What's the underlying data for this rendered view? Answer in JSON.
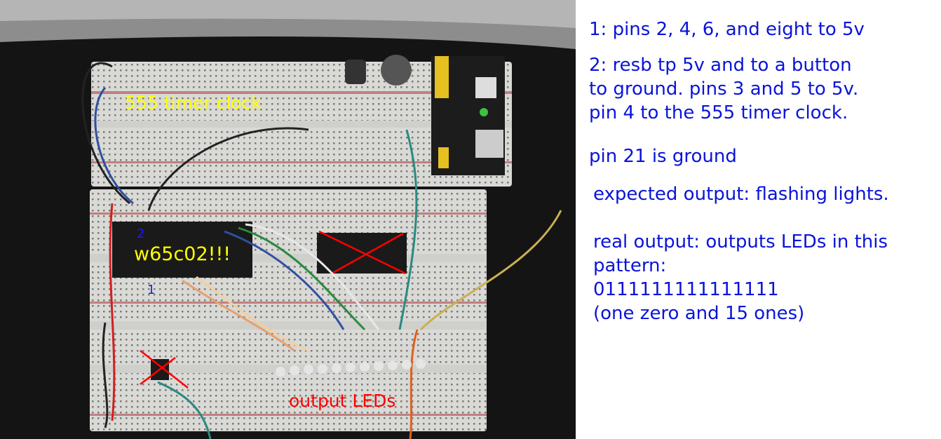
{
  "photo_labels": {
    "timer_clock": "555 timer clock",
    "cpu": "w65c02!!!",
    "marker_2": "2",
    "marker_1": "1",
    "output_leds": "output LEDs"
  },
  "notes": {
    "note1": "1: pins 2, 4, 6, and eight to 5v",
    "note2_line1": "2: resb tp 5v and to a button",
    "note2_line2": "to ground. pins 3 and 5 to 5v.",
    "note2_line3": "pin 4 to the 555 timer clock.",
    "ground": "pin 21 is ground",
    "expected": "expected output: flashing lights.",
    "real_line1": "real output: outputs LEDs in this",
    "real_line2": "pattern:",
    "pattern": "0111111111111111",
    "real_line4": "(one zero and 15 ones)"
  },
  "colors": {
    "note_text": "#0a14d8",
    "yellow_label": "#ffff00",
    "red_label": "#ff0000"
  }
}
